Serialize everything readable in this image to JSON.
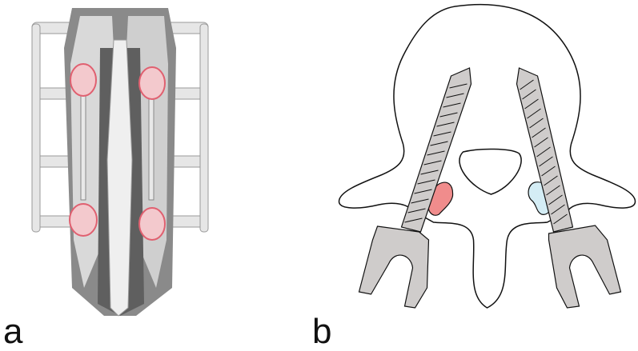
{
  "figure": {
    "panels": [
      {
        "id": "a",
        "label": "a",
        "description": "3D rendering of lumbar spine (posterior view) with pedicle screws and rods, red highlights at screw heads"
      },
      {
        "id": "b",
        "label": "b",
        "description": "Axial schematic of vertebra with two pedicle screws, red and blue regions marking facet joints"
      }
    ],
    "colors": {
      "bone_light": "#e8e8e8",
      "bone_mid": "#b5b5b5",
      "bone_dark": "#6e6e6e",
      "highlight_red": "#e06070",
      "screw_fill": "#cfcccb",
      "outline": "#111111",
      "facet_red": "#f08c8c",
      "facet_blue": "#d4edf5"
    }
  }
}
